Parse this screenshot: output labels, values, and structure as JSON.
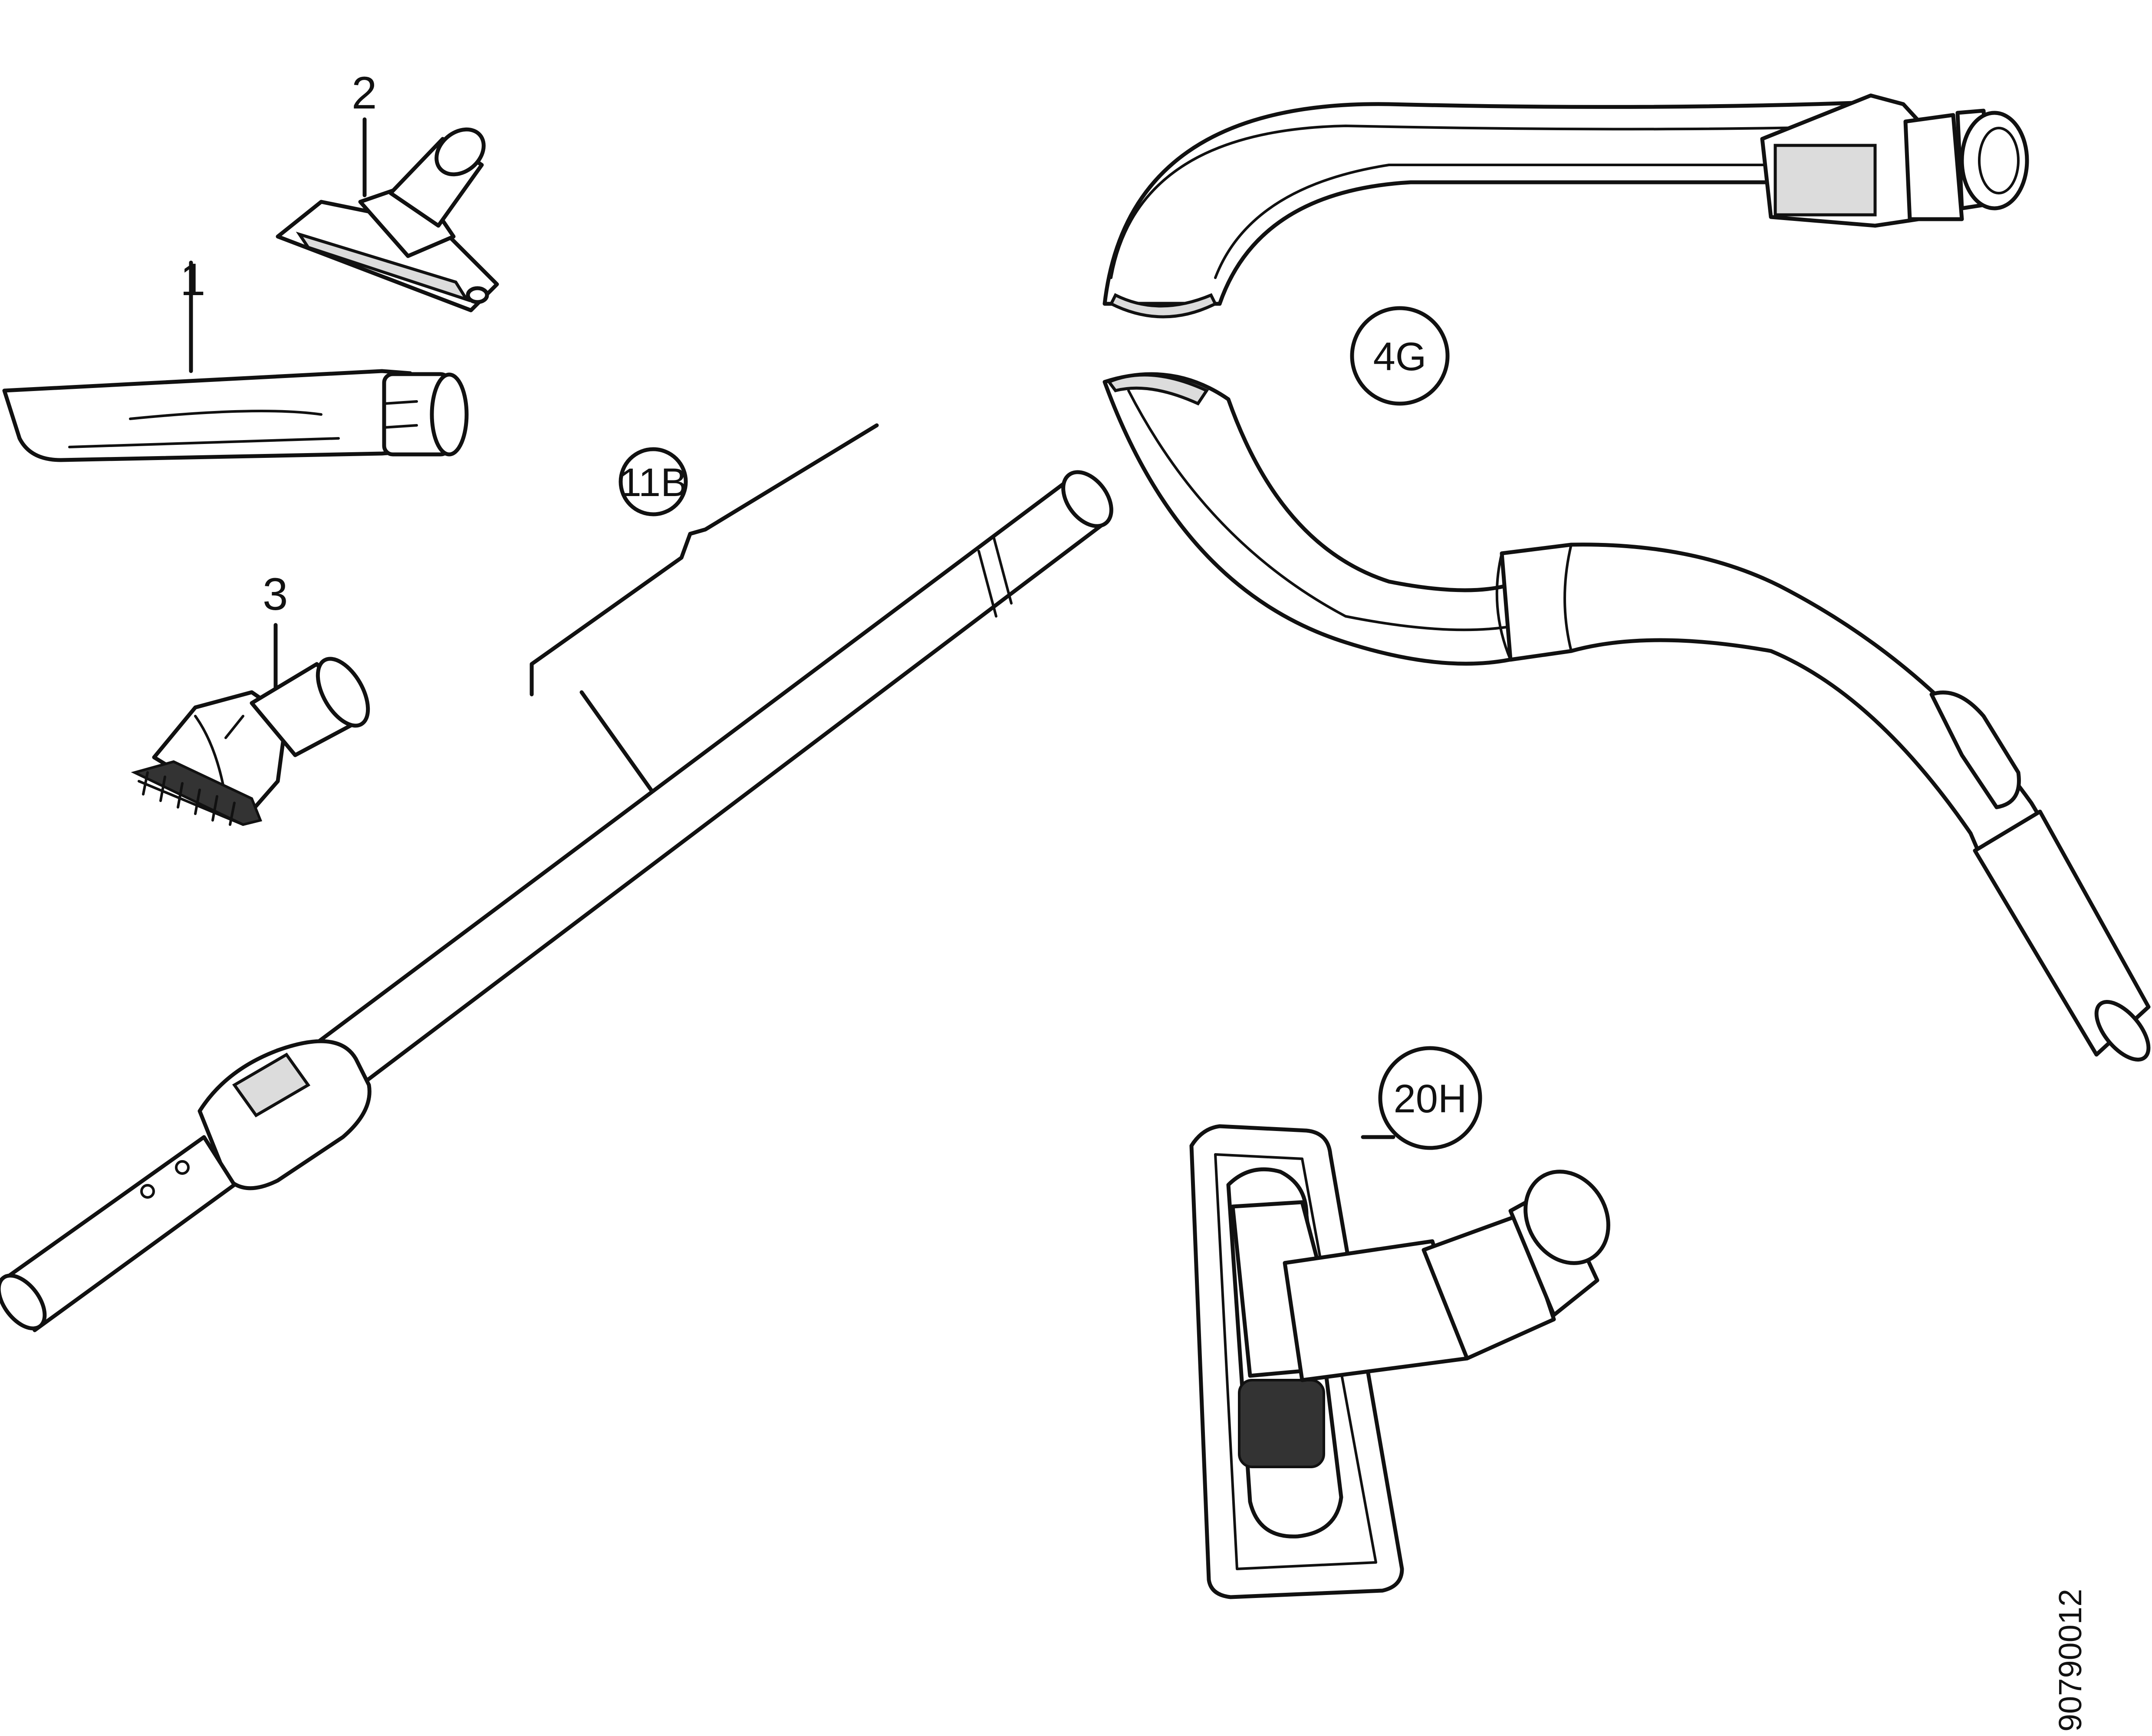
{
  "labels": {
    "crevice_tool": "1",
    "upholstery_nozzle": "2",
    "dusting_brush": "3",
    "extension_tube": "11B",
    "hose": "4G",
    "floor_nozzle": "20H"
  },
  "document_id": "90790012",
  "colors": {
    "line": "#111111",
    "background": "#ffffff"
  }
}
